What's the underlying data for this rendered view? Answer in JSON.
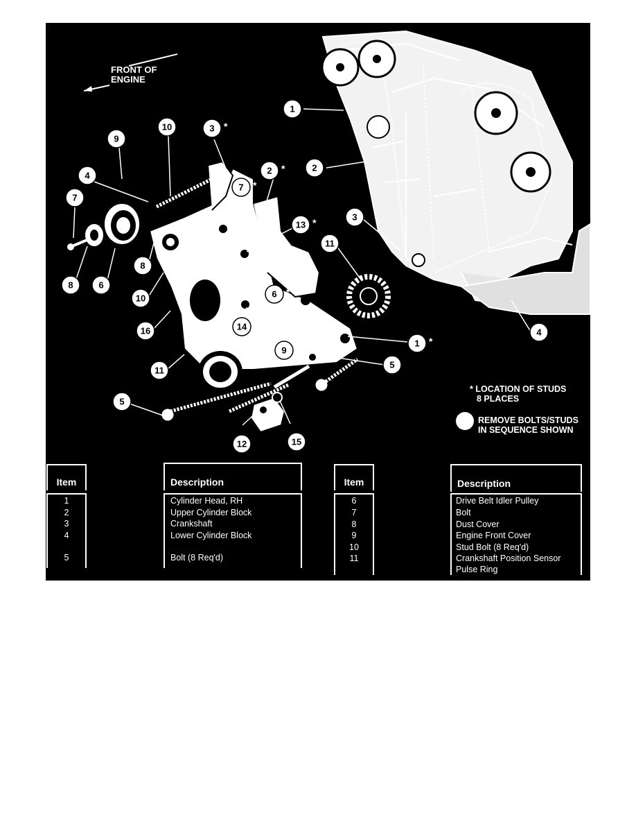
{
  "diagram": {
    "front_label": [
      "FRONT OF",
      "ENGINE"
    ],
    "callouts": [
      {
        "n": "1",
        "star": false
      },
      {
        "n": "2",
        "star": false
      },
      {
        "n": "3",
        "star": false
      },
      {
        "n": "4",
        "star": false
      },
      {
        "n": "11",
        "star": false
      },
      {
        "n": "10",
        "star": false
      },
      {
        "n": "9",
        "star": false
      },
      {
        "n": "3",
        "star": true
      },
      {
        "n": "2",
        "star": true
      },
      {
        "n": "4",
        "star": false
      },
      {
        "n": "7",
        "star": false
      },
      {
        "n": "7",
        "star": true
      },
      {
        "n": "13",
        "star": true
      },
      {
        "n": "8",
        "star": false
      },
      {
        "n": "6",
        "star": false
      },
      {
        "n": "8",
        "star": false
      },
      {
        "n": "10",
        "star": false
      },
      {
        "n": "16",
        "star": false
      },
      {
        "n": "6",
        "star": true
      },
      {
        "n": "14",
        "star": true
      },
      {
        "n": "11",
        "star": false
      },
      {
        "n": "1",
        "star": true
      },
      {
        "n": "9",
        "star": true
      },
      {
        "n": "5",
        "star": false
      },
      {
        "n": "5",
        "star": false
      },
      {
        "n": "12",
        "star": false
      },
      {
        "n": "15",
        "star": false
      }
    ],
    "notes": {
      "studs_line1": "* LOCATION OF STUDS",
      "studs_line2": "8 PLACES",
      "sequence_line1": "REMOVE BOLTS/STUDS",
      "sequence_line2": "IN SEQUENCE SHOWN"
    }
  },
  "legend": {
    "item_header": "Item",
    "description_header": "Description",
    "left": [
      {
        "item": "1",
        "description": "Cylinder Head, RH"
      },
      {
        "item": "2",
        "description": "Upper Cylinder Block"
      },
      {
        "item": "3",
        "description": "Crankshaft"
      },
      {
        "item": "4",
        "description": "Lower Cylinder Block"
      },
      {
        "item": "5",
        "description": "Bolt (8 Req'd)"
      }
    ],
    "right": [
      {
        "item": "6",
        "description": "Drive Belt Idler Pulley"
      },
      {
        "item": "7",
        "description": "Bolt"
      },
      {
        "item": "8",
        "description": "Dust Cover"
      },
      {
        "item": "9",
        "description": "Engine Front Cover"
      },
      {
        "item": "10",
        "description": "Stud Bolt (8 Req'd)"
      },
      {
        "item": "11",
        "description": "Crankshaft Position Sensor Pulse Ring"
      }
    ]
  }
}
